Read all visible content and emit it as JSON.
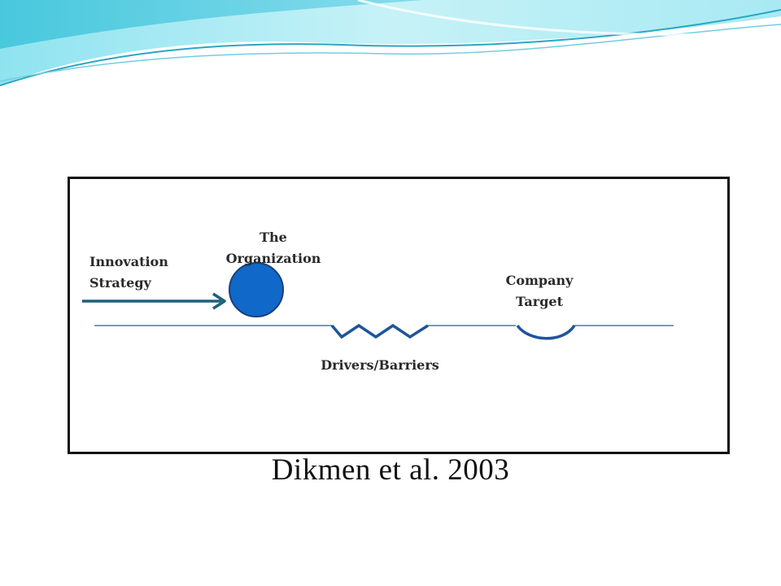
{
  "slide": {
    "citation": "Dikmen et al. 2003"
  },
  "diagram": {
    "labels": {
      "innovation_strategy_line1": "Innovation",
      "innovation_strategy_line2": "Strategy",
      "organization_line1": "The",
      "organization_line2": "Organization",
      "company_target_line1": "Company",
      "company_target_line2": "Target",
      "drivers_barriers": "Drivers/Barriers"
    }
  },
  "colors": {
    "arrow": "#1f5f7a",
    "organization_circle": "#1068c8",
    "circle_outline": "#1b3f7a",
    "ground_line": "#2a5d8a",
    "spring": "#1f5599",
    "target_cup": "#1f5599",
    "swoosh_light": "#9fe6f2",
    "swoosh_dark": "#2aa6c2"
  },
  "icons": {
    "organization": "circle-shape",
    "drivers_barriers": "zigzag-spring-shape",
    "company_target": "cup-shape"
  }
}
